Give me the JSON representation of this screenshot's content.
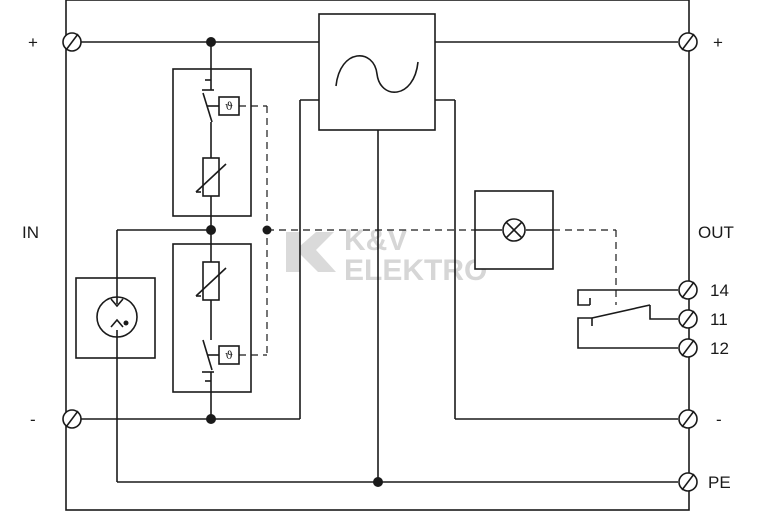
{
  "labels": {
    "in": "IN",
    "out": "OUT",
    "in_plus": "+",
    "in_minus": "-",
    "out_plus": "+",
    "out_minus": "-",
    "t14": "14",
    "t11": "11",
    "t12": "12",
    "pe": "PE",
    "thermal_symbol": "ϑ"
  },
  "watermark": {
    "line1": "K&V",
    "line2": "ELEKTRO"
  },
  "icons": [
    "terminal-icon",
    "ac-source-icon",
    "varistor-icon",
    "thermal-fuse-icon",
    "gas-discharge-tube-icon",
    "indicator-lamp-icon",
    "relay-contact-icon",
    "watermark-logo-icon"
  ]
}
